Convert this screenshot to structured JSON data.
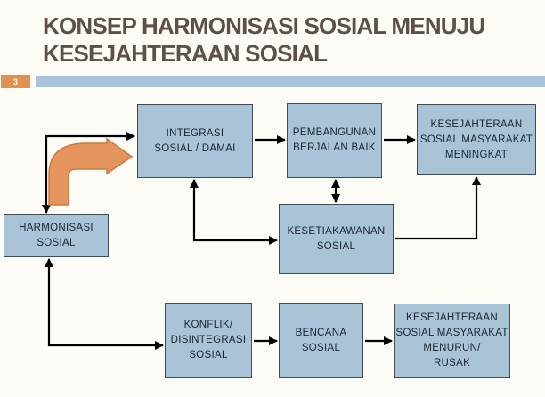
{
  "slide": {
    "title": "KONSEP HARMONISASI SOSIAL MENUJU\nKESEJAHTERAAN SOSIAL",
    "page_number": "3"
  },
  "colors": {
    "background": "#fdfcf7",
    "title_text": "#5e5049",
    "header_bar": "#a9c4da",
    "page_badge": "#e2914f",
    "node_fill": "#a9c3d7",
    "node_border": "#404b54",
    "node_text": "#1a2530",
    "connector": "#000000",
    "emphasis_arrow": "#e4945c"
  },
  "diagram": {
    "nodes": [
      {
        "id": "harmonisasi-sosial",
        "label": "HARMONISASI\nSOSIAL"
      },
      {
        "id": "integrasi-sosial-damai",
        "label": "INTEGRASI\nSOSIAL / DAMAI"
      },
      {
        "id": "pembangunan-berjalan-baik",
        "label": "PEMBANGUNAN\nBERJALAN BAIK"
      },
      {
        "id": "kesejahteraan-sosial-meningkat",
        "label": "KESEJAHTERAAN\nSOSIAL MASYARAKAT\nMENINGKAT"
      },
      {
        "id": "kesetiakawanan-sosial",
        "label": "KESETIAKAWANAN\nSOSIAL"
      },
      {
        "id": "konflik-disintegrasi-sosial",
        "label": "KONFLIK/\nDISINTEGRASI\nSOSIAL"
      },
      {
        "id": "bencana-sosial",
        "label": "BENCANA\nSOSIAL"
      },
      {
        "id": "kesejahteraan-sosial-menurun",
        "label": "KESEJAHTERAAN\nSOSIAL MASYARAKAT\nMENURUN/\nRUSAK"
      }
    ],
    "connections": [
      {
        "from": "harmonisasi-sosial",
        "to": "integrasi-sosial-damai",
        "style": "elbow-double-arrow"
      },
      {
        "from": "harmonisasi-sosial",
        "to": "integrasi-sosial-damai",
        "style": "orange-emphasis-bent-arrow"
      },
      {
        "from": "integrasi-sosial-damai",
        "to": "pembangunan-berjalan-baik",
        "style": "arrow"
      },
      {
        "from": "pembangunan-berjalan-baik",
        "to": "kesejahteraan-sosial-meningkat",
        "style": "arrow"
      },
      {
        "from": "pembangunan-berjalan-baik",
        "to": "kesetiakawanan-sosial",
        "style": "double-arrow"
      },
      {
        "from": "integrasi-sosial-damai",
        "to": "kesetiakawanan-sosial",
        "style": "elbow-double-arrow"
      },
      {
        "from": "kesetiakawanan-sosial",
        "to": "kesejahteraan-sosial-meningkat",
        "style": "elbow-arrow"
      },
      {
        "from": "harmonisasi-sosial",
        "to": "konflik-disintegrasi-sosial",
        "style": "elbow-double-arrow"
      },
      {
        "from": "konflik-disintegrasi-sosial",
        "to": "bencana-sosial",
        "style": "arrow"
      },
      {
        "from": "bencana-sosial",
        "to": "kesejahteraan-sosial-menurun",
        "style": "arrow"
      }
    ]
  }
}
